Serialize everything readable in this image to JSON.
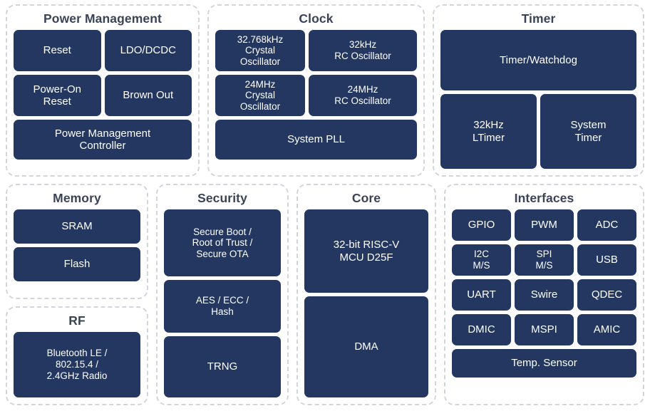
{
  "colors": {
    "block_fill": "#243761",
    "block_text": "#ffffff",
    "group_border": "#d2d5dc",
    "group_title": "#3b4456",
    "page_background": "#ffffff"
  },
  "diagram": {
    "groups": [
      {
        "id": "power-management",
        "title": "Power Management",
        "blocks": [
          "Reset",
          "LDO/DCDC",
          "Power-On\nReset",
          "Brown Out",
          "Power Management\nController"
        ]
      },
      {
        "id": "clock",
        "title": "Clock",
        "blocks": [
          "32.768kHz\nCrystal\nOscillator",
          "32kHz\nRC Oscillator",
          "24MHz\nCrystal\nOscillator",
          "24MHz\nRC Oscillator",
          "System PLL"
        ]
      },
      {
        "id": "timer",
        "title": "Timer",
        "blocks": [
          "Timer/Watchdog",
          "32kHz\nLTimer",
          "System\nTimer"
        ]
      },
      {
        "id": "memory",
        "title": "Memory",
        "blocks": [
          "SRAM",
          "Flash"
        ]
      },
      {
        "id": "rf",
        "title": "RF",
        "blocks": [
          "Bluetooth LE /\n802.15.4 /\n2.4GHz Radio"
        ]
      },
      {
        "id": "security",
        "title": "Security",
        "blocks": [
          "Secure Boot /\nRoot of Trust /\nSecure OTA",
          "AES / ECC /\nHash",
          "TRNG"
        ]
      },
      {
        "id": "core",
        "title": "Core",
        "blocks": [
          "32-bit RISC-V\nMCU D25F",
          "DMA"
        ]
      },
      {
        "id": "interfaces",
        "title": "Interfaces",
        "blocks": [
          "GPIO",
          "PWM",
          "ADC",
          "I2C\nM/S",
          "SPI\nM/S",
          "USB",
          "UART",
          "Swire",
          "QDEC",
          "DMIC",
          "MSPI",
          "AMIC",
          "Temp. Sensor"
        ]
      }
    ]
  }
}
